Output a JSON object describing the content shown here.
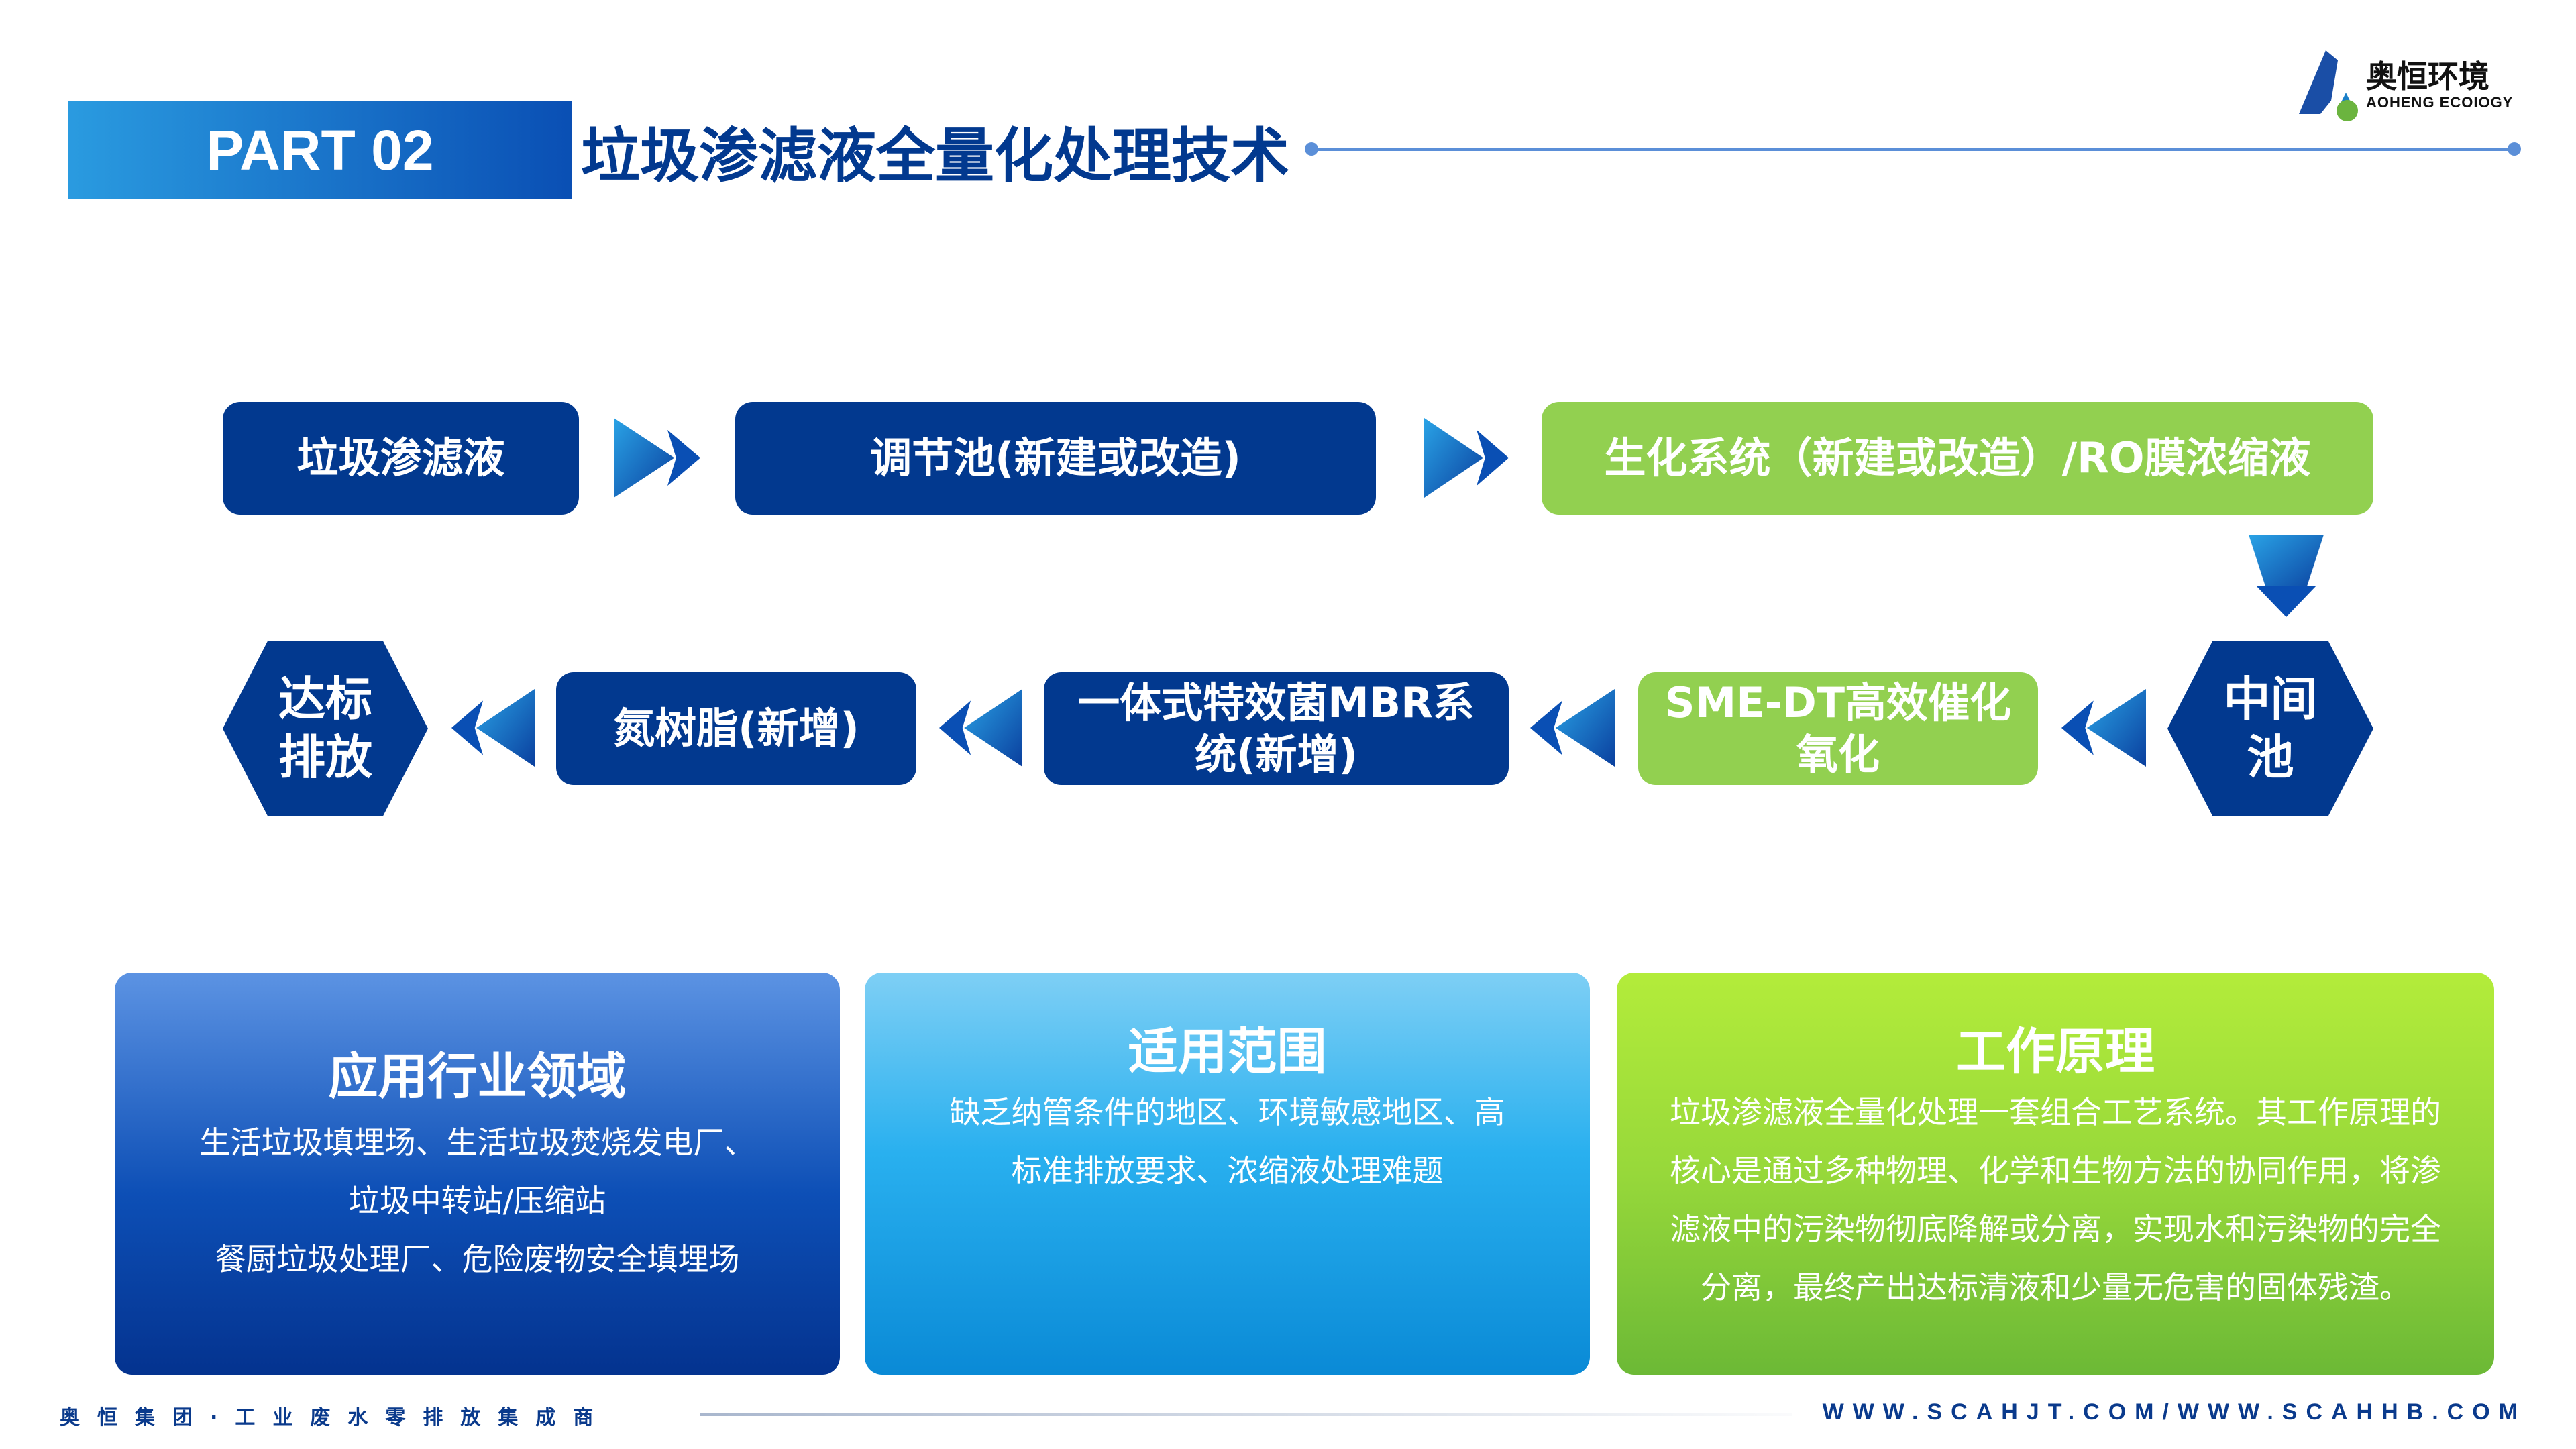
{
  "header": {
    "part_label": "PART 02",
    "title": "垃圾渗滤液全量化处理技术"
  },
  "logo": {
    "name_cn": "奥恒环境",
    "name_en": "AOHENG ECOIOGY"
  },
  "flow": {
    "row1": [
      "垃圾渗滤液",
      "调节池(新建或改造)",
      "生化系统（新建或改造）/RO膜浓缩液"
    ],
    "middle_pool": [
      "中间",
      "池"
    ],
    "sme": [
      "SME-DT高效催化",
      "氧化"
    ],
    "mbr": [
      "一体式特效菌MBR系",
      "统(新增)"
    ],
    "resin": "氮树脂(新增)",
    "discharge": [
      "达标",
      "排放"
    ]
  },
  "cards": [
    {
      "title": "应用行业领域",
      "lines": [
        "生活垃圾填埋场、生活垃圾焚烧发电厂、",
        "垃圾中转站/压缩站",
        "餐厨垃圾处理厂、危险废物安全填埋场"
      ]
    },
    {
      "title": "适用范围",
      "lines": [
        "缺乏纳管条件的地区、环境敏感地区、高",
        "标准排放要求、浓缩液处理难题"
      ]
    },
    {
      "title": "工作原理",
      "lines": [
        "垃圾渗滤液全量化处理一套组合工艺系统。其工作原理的",
        "核心是通过多种物理、化学和生物方法的协同作用，将渗",
        "滤液中的污染物彻底降解或分离，实现水和污染物的完全",
        "分离，最终产出达标清液和少量无危害的固体残渣。"
      ]
    }
  ],
  "footer": {
    "slogan": "奥恒集团·工业废水零排放集成商",
    "website": "WWW.SCAHJT.COM/WWW.SCAHHB.COM"
  },
  "colors": {
    "dark_blue": "#02398f",
    "green": "#92d050",
    "accent_line": "#5b8fd8"
  }
}
